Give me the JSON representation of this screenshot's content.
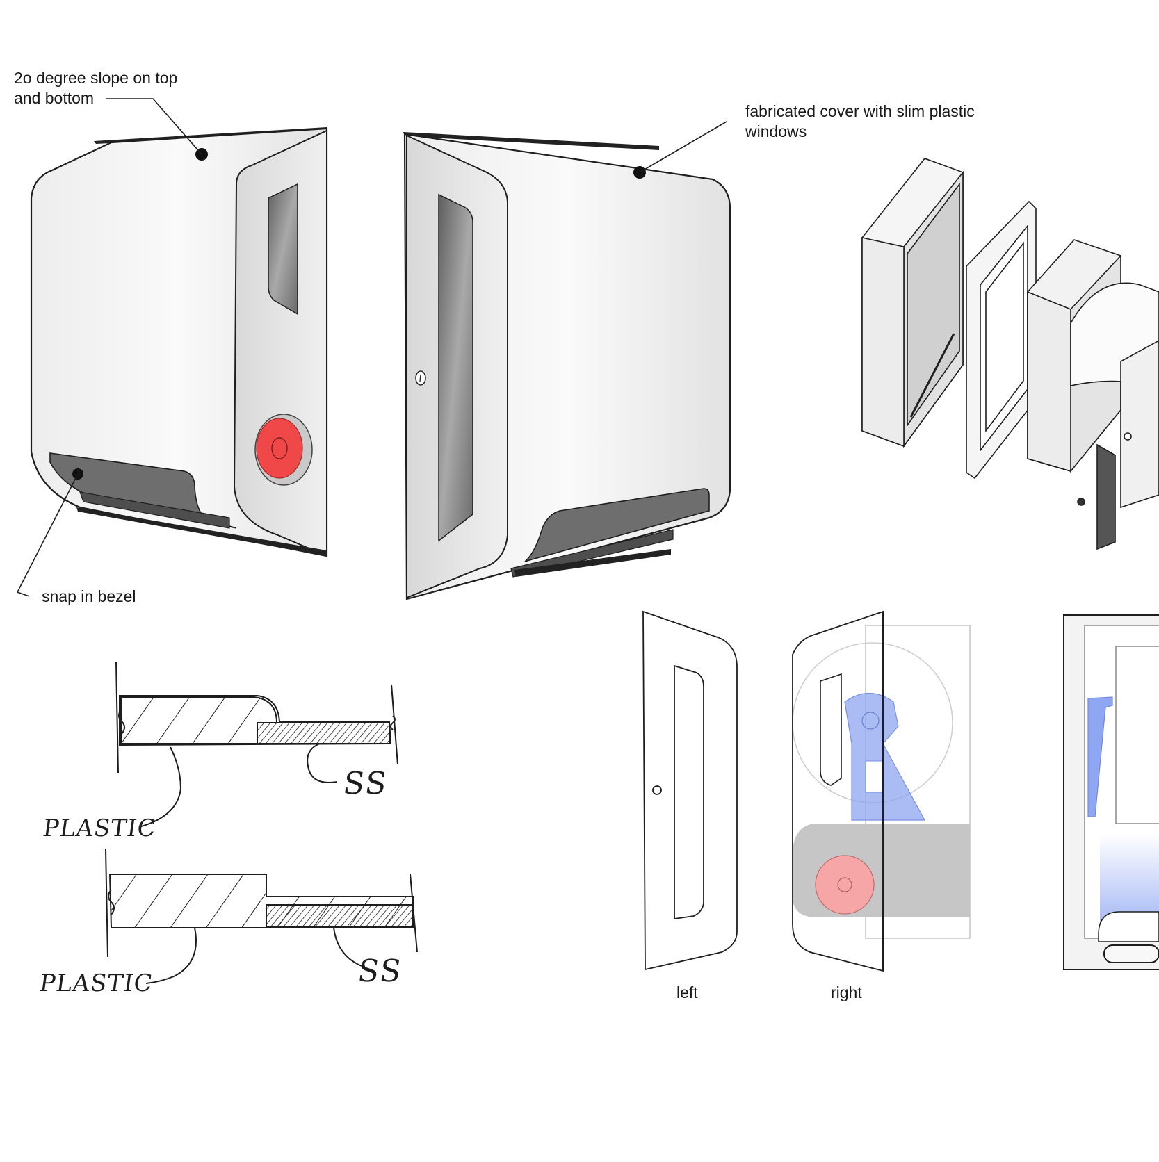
{
  "callouts": {
    "slope": "2o degree slope on top\nand bottom",
    "cover": "fabricated cover with slim plastic\nwindows",
    "bezel": "snap in bezel"
  },
  "section_sketches": {
    "top": {
      "plastic_label": "PLASTIC",
      "ss_label": "SS"
    },
    "bottom": {
      "plastic_label": "PLASTIC",
      "ss_label": "SS"
    }
  },
  "views": {
    "left_caption": "left",
    "right_caption": "right"
  },
  "colors": {
    "button_red": "#f04848",
    "button_pink": "#f6a6a6",
    "internal_blue": "#8fa6f2",
    "window_grey": "#7a7a7a",
    "body_white": "#f4f4f4"
  }
}
